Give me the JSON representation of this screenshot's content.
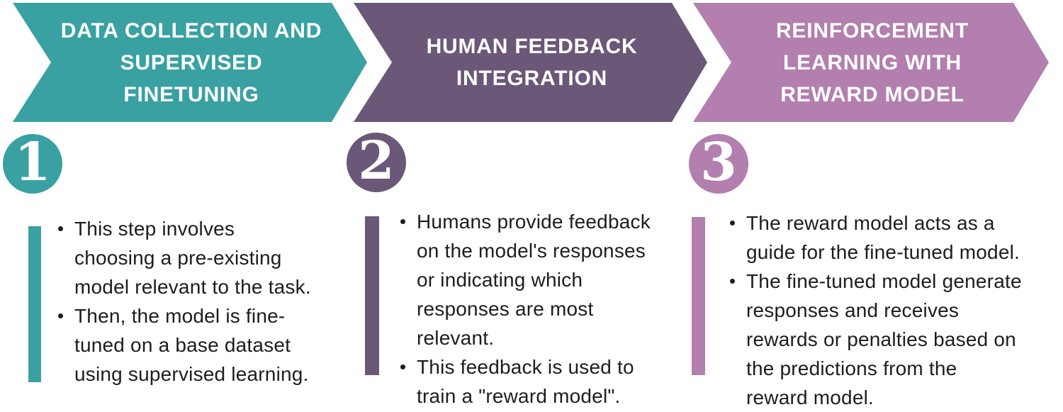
{
  "diagram_title": "RLHF three-step process",
  "text_color": "#1D1D1D",
  "steps": [
    {
      "number": "1",
      "title": "DATA COLLECTION AND\nSUPERVISED\nFINETUNING",
      "color": "#39A1A2",
      "bullets": [
        "This step involves\nchoosing a pre-existing\nmodel relevant to the task.",
        "Then, the model is fine-\ntuned on a base dataset\nusing supervised learning."
      ]
    },
    {
      "number": "2",
      "title": "HUMAN FEEDBACK\nINTEGRATION",
      "color": "#6B5778",
      "bullets": [
        "Humans provide feedback\non the model's responses\nor indicating which\nresponses are most\nrelevant.",
        "This feedback is used to\ntrain a \"reward model\"."
      ]
    },
    {
      "number": "3",
      "title": "REINFORCEMENT\nLEARNING WITH\nREWARD MODEL",
      "color": "#B27FAE",
      "bullets": [
        "The reward model acts as a\nguide for the fine-tuned model.",
        "The fine-tuned model generate\nresponses and receives\nrewards or penalties based on\nthe predictions from the\nreward model."
      ]
    }
  ]
}
